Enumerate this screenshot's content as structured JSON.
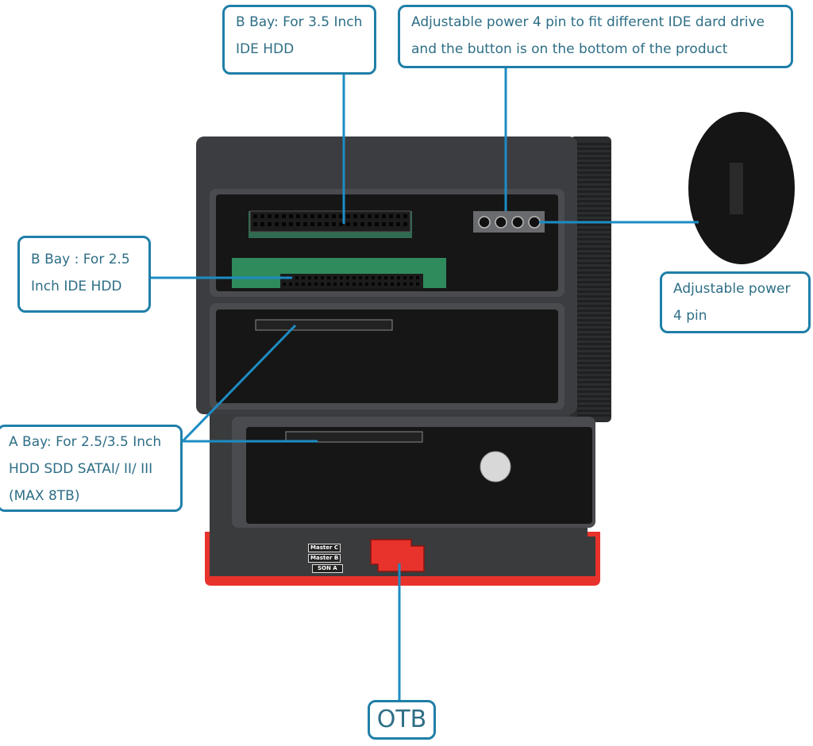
{
  "callouts": {
    "b_bay_35": {
      "lines": [
        "B Bay: For 3.5 Inch",
        "IDE HDD"
      ]
    },
    "power_pin_top": {
      "lines": [
        "Adjustable power 4 pin to fit different IDE dard drive",
        "and the button is on the bottom of the product"
      ]
    },
    "b_bay_25": {
      "lines": [
        "B Bay : For 2.5",
        "Inch IDE HDD"
      ]
    },
    "power_pin_right": {
      "lines": [
        "Adjustable power",
        "4 pin"
      ]
    },
    "a_bay": {
      "lines": [
        "A Bay: For 2.5/3.5 Inch",
        "HDD SDD SATAI/ II/ III",
        "(MAX 8TB)"
      ]
    },
    "otb": {
      "label": "OTB"
    }
  },
  "switch_labels": [
    "Master C",
    "Master B",
    "SON A"
  ],
  "colors": {
    "accent": "#1d8cc4",
    "callout_border": "#1f7fa8",
    "callout_text": "#2e6e86",
    "body": "#3a3b3d",
    "bay": "#141414",
    "trim": "#e8322c",
    "pcb": "#2f8a5c"
  }
}
